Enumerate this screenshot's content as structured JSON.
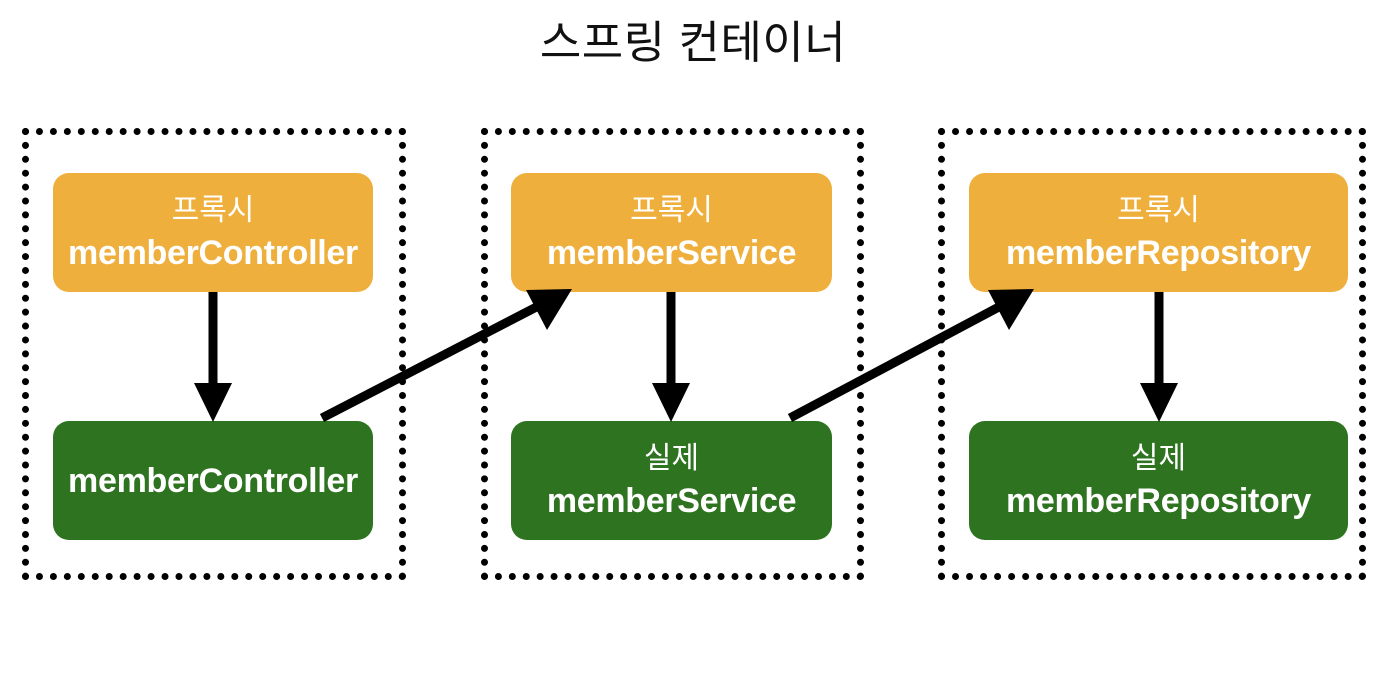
{
  "title": "스프링 컨테이너",
  "colors": {
    "proxy_fill": "#EFAF3C",
    "real_fill": "#2E7320",
    "frame_border": "#000000",
    "arrow": "#000000",
    "node_text": "#FFFFFF",
    "title_text": "#111111",
    "background": "#FFFFFF"
  },
  "groups": [
    {
      "id": "group-controller",
      "proxy": {
        "prefix": "프록시",
        "name": "memberController"
      },
      "real": {
        "prefix": "",
        "name": "memberController"
      }
    },
    {
      "id": "group-service",
      "proxy": {
        "prefix": "프록시",
        "name": "memberService"
      },
      "real": {
        "prefix": "실제",
        "name": "memberService"
      }
    },
    {
      "id": "group-repository",
      "proxy": {
        "prefix": "프록시",
        "name": "memberRepository"
      },
      "real": {
        "prefix": "실제",
        "name": "memberRepository"
      }
    }
  ],
  "arrows": [
    {
      "name": "arrow-proxy-controller-to-real-controller",
      "kind": "vertical"
    },
    {
      "name": "arrow-proxy-service-to-real-service",
      "kind": "vertical"
    },
    {
      "name": "arrow-proxy-repository-to-real-repository",
      "kind": "vertical"
    },
    {
      "name": "arrow-real-controller-to-proxy-service",
      "kind": "diagonal"
    },
    {
      "name": "arrow-real-service-to-proxy-repository",
      "kind": "diagonal"
    }
  ]
}
